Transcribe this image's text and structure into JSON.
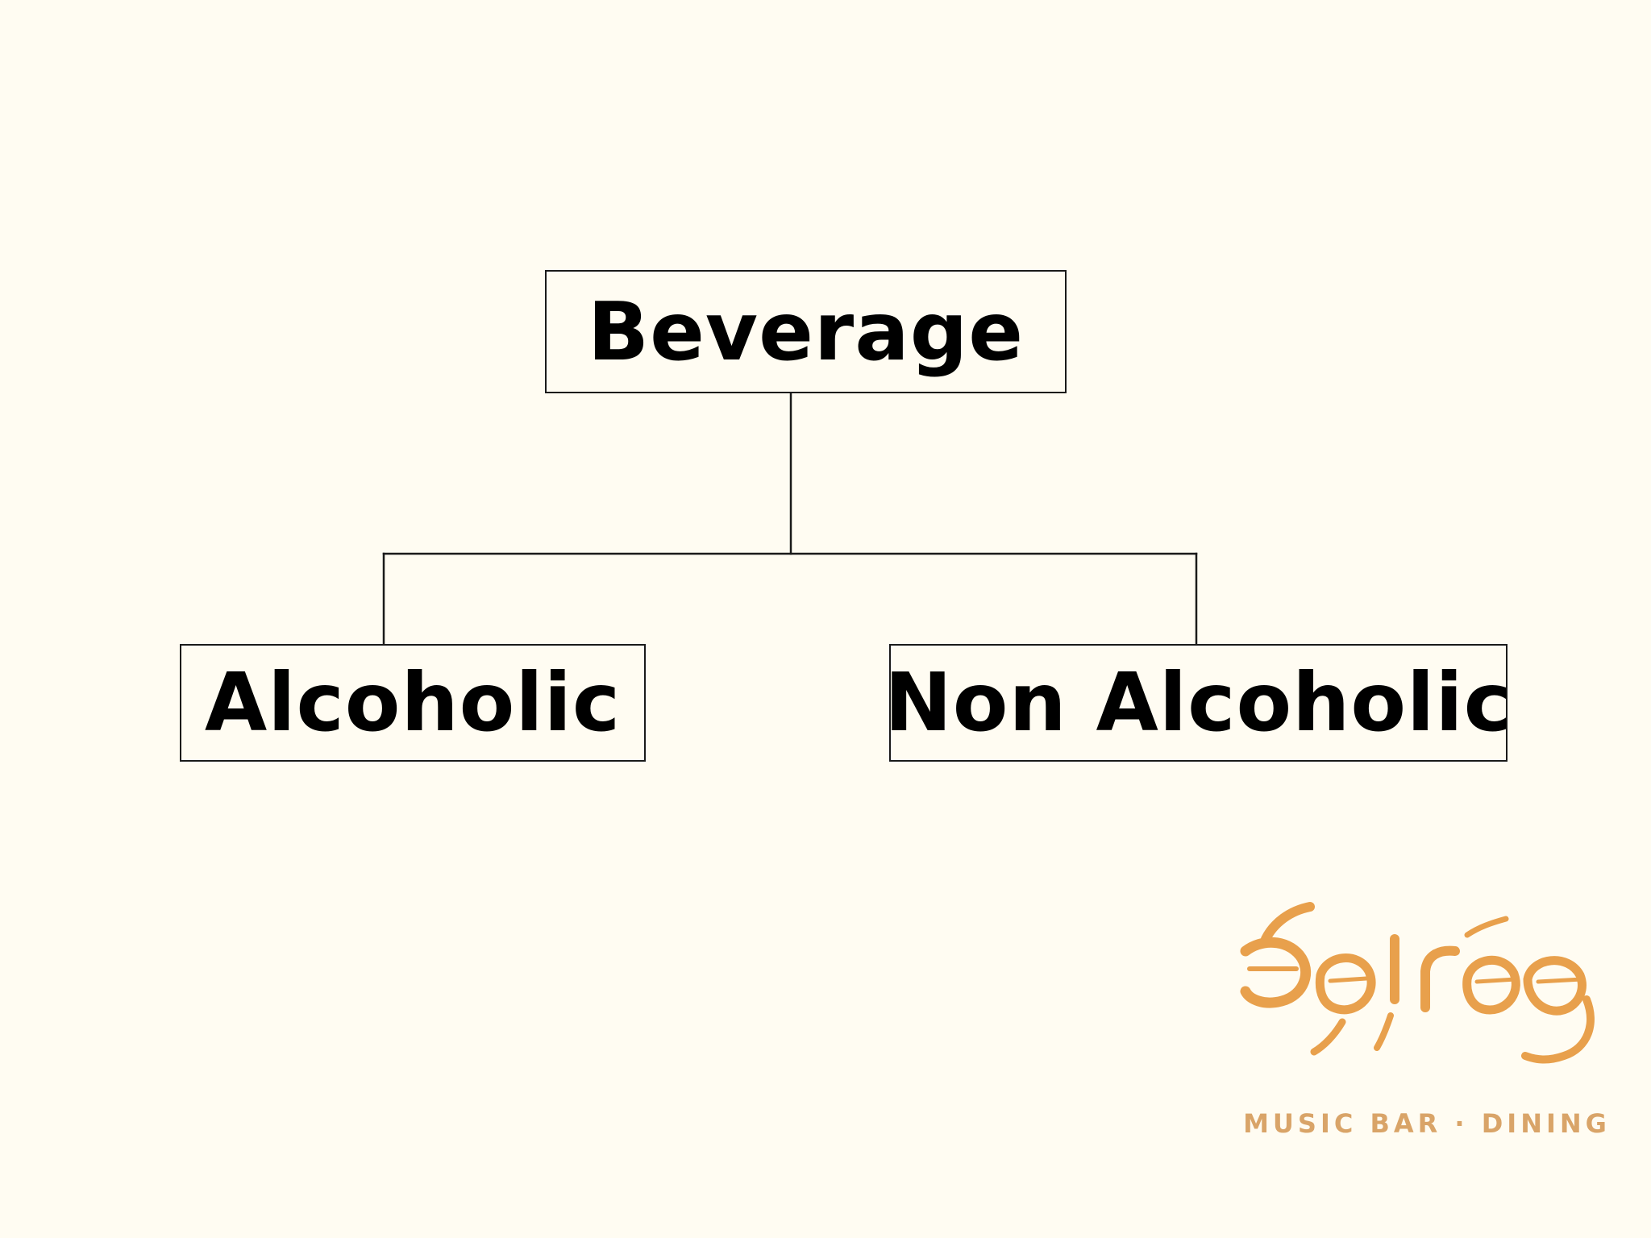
{
  "diagram": {
    "root": {
      "label": "Beverage"
    },
    "children": [
      {
        "label": "Alcoholic"
      },
      {
        "label": "Non Alcoholic"
      }
    ],
    "line_color": "#1a1a1a",
    "background_color": "#fffcf2"
  },
  "logo": {
    "wordmark": "Soirée",
    "tagline": "MUSIC BAR · DINING",
    "color": "#e8a04c",
    "tagline_color": "#d9a468"
  }
}
